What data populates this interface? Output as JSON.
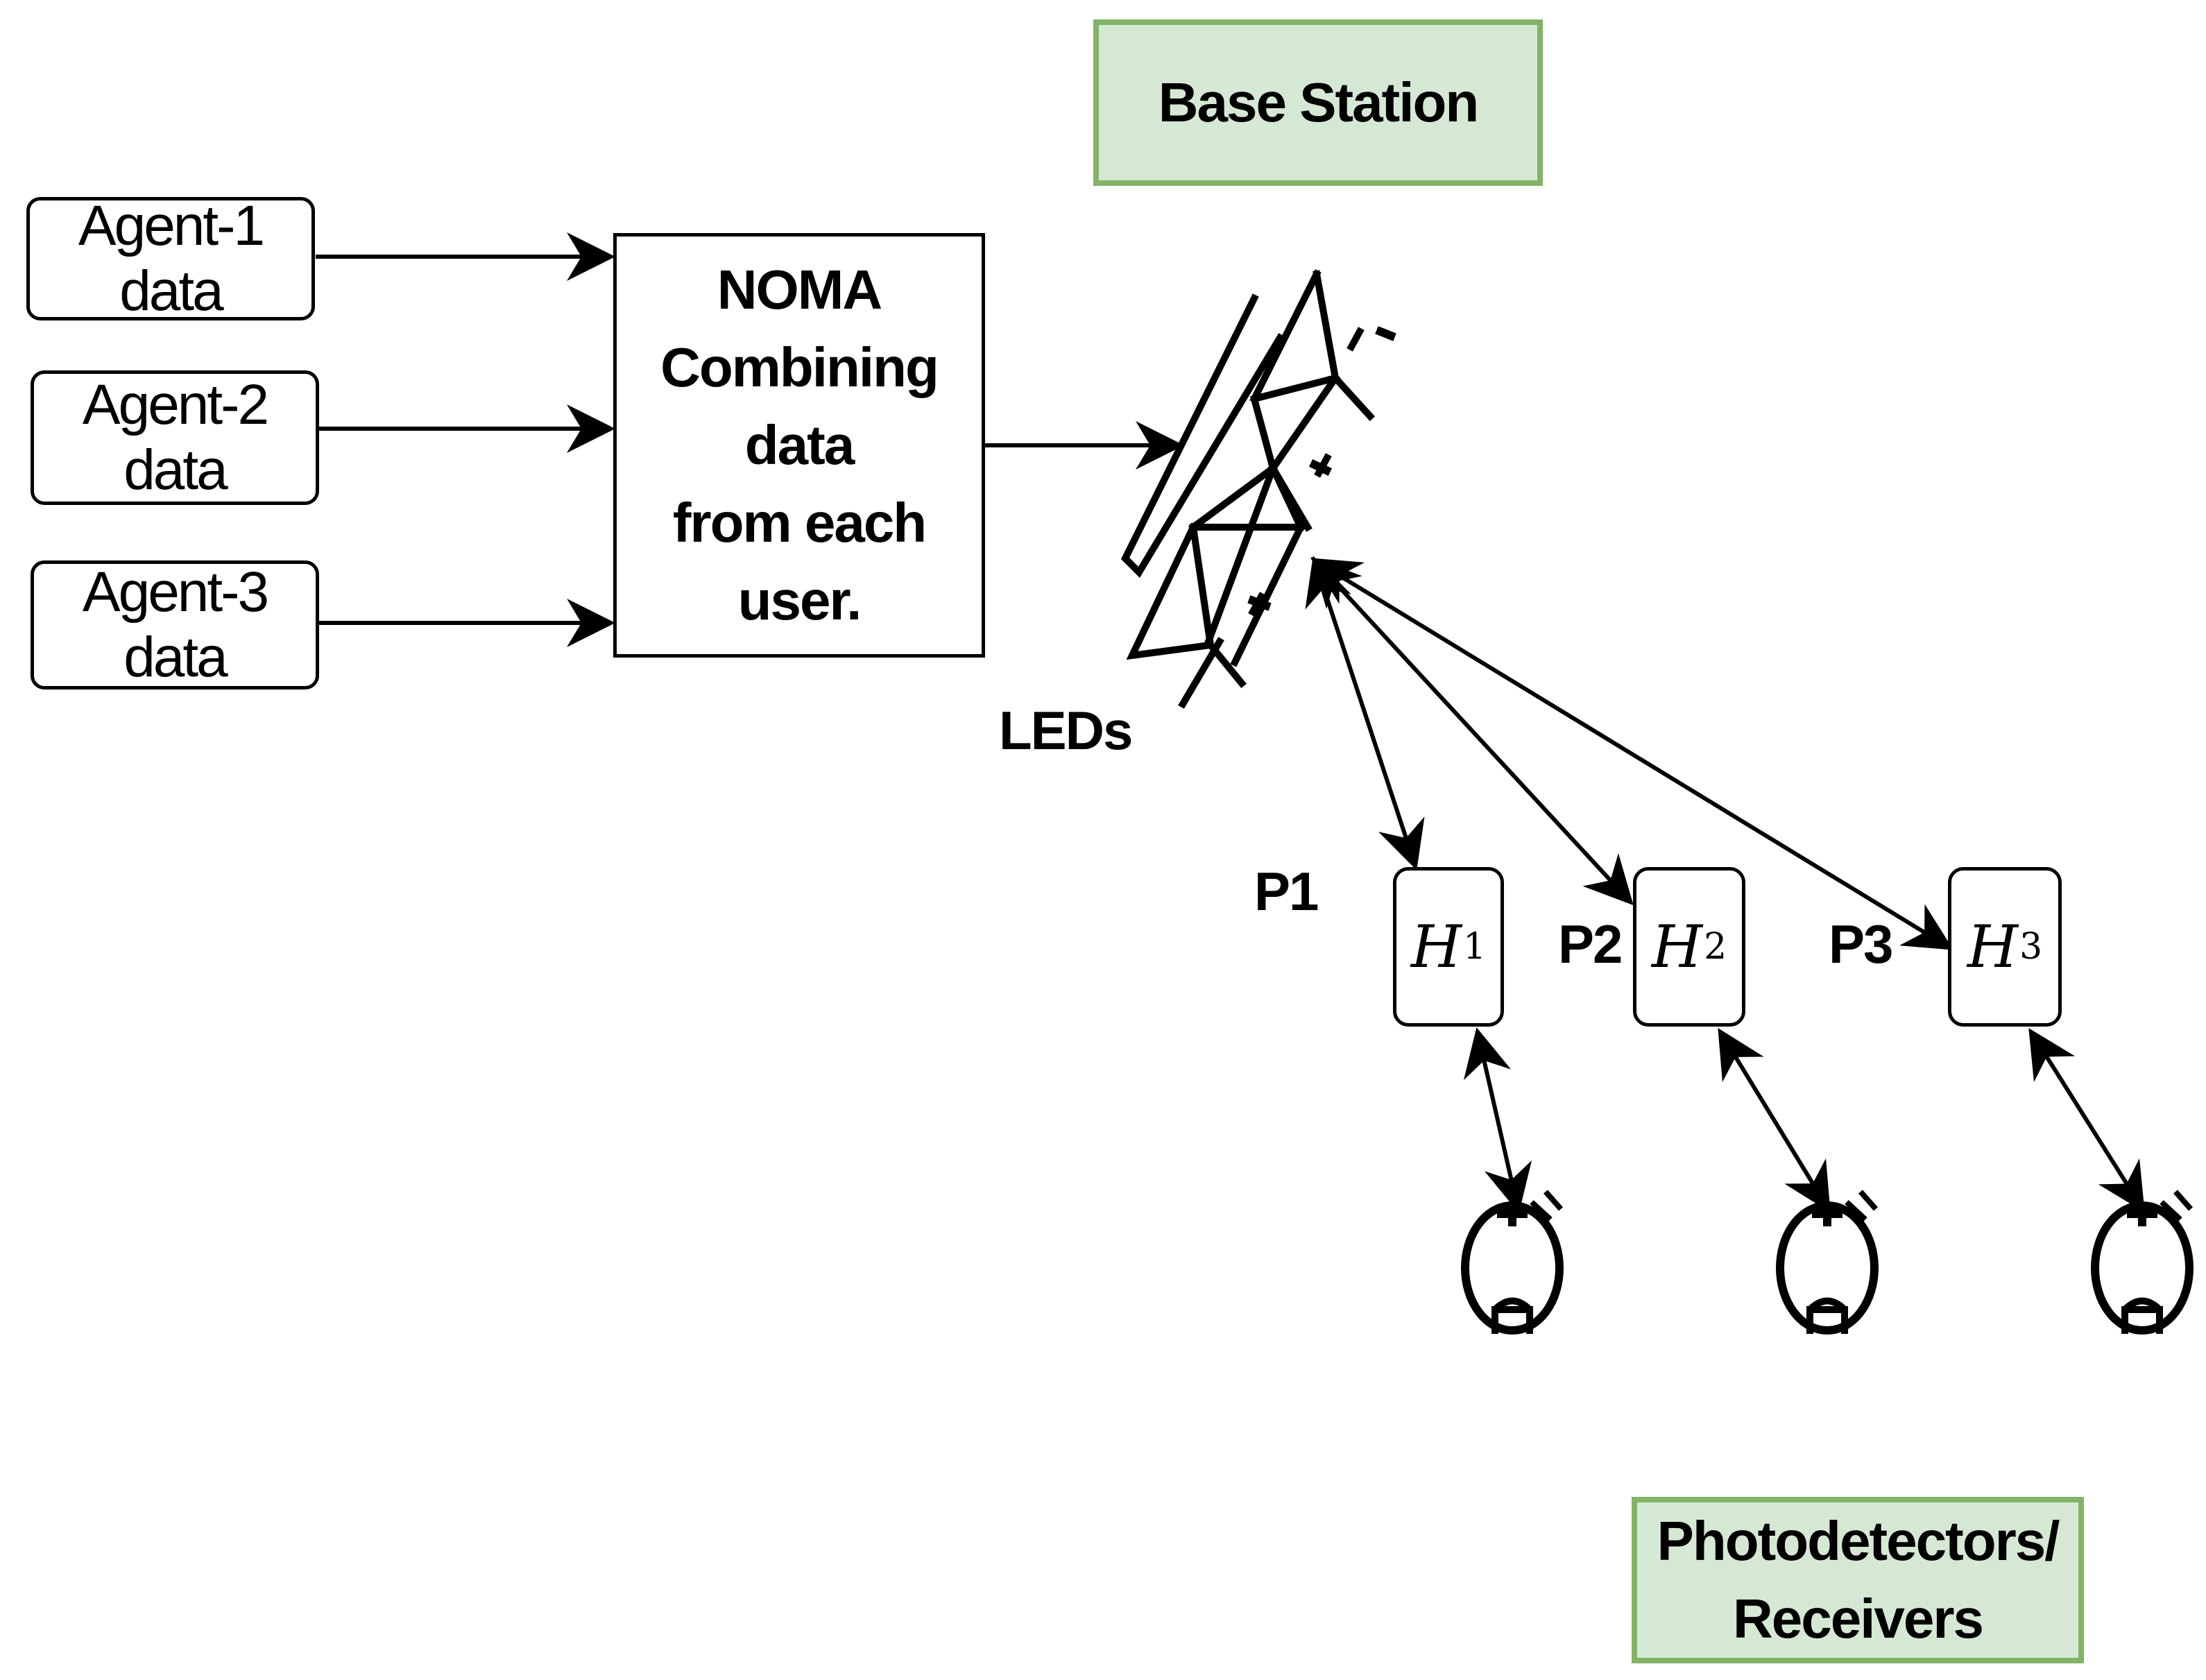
{
  "agents": [
    {
      "label": "Agent-1 data"
    },
    {
      "label": "Agent-2 data"
    },
    {
      "label": "Agent-3 data"
    }
  ],
  "noma": {
    "lines": [
      "NOMA",
      "Combining data",
      "from each user."
    ]
  },
  "base_station": {
    "label": "Base Station"
  },
  "leds_label": "LEDs",
  "paths": [
    {
      "label": "P1",
      "channel": "H",
      "index": "1"
    },
    {
      "label": "P2",
      "channel": "H",
      "index": "2"
    },
    {
      "label": "P3",
      "channel": "H",
      "index": "3"
    }
  ],
  "receivers_box": {
    "lines": [
      "Photodetectors/",
      "Receivers"
    ]
  },
  "colors": {
    "green_fill": "#d5e8d4",
    "green_border": "#82b366",
    "stroke": "#000000"
  }
}
